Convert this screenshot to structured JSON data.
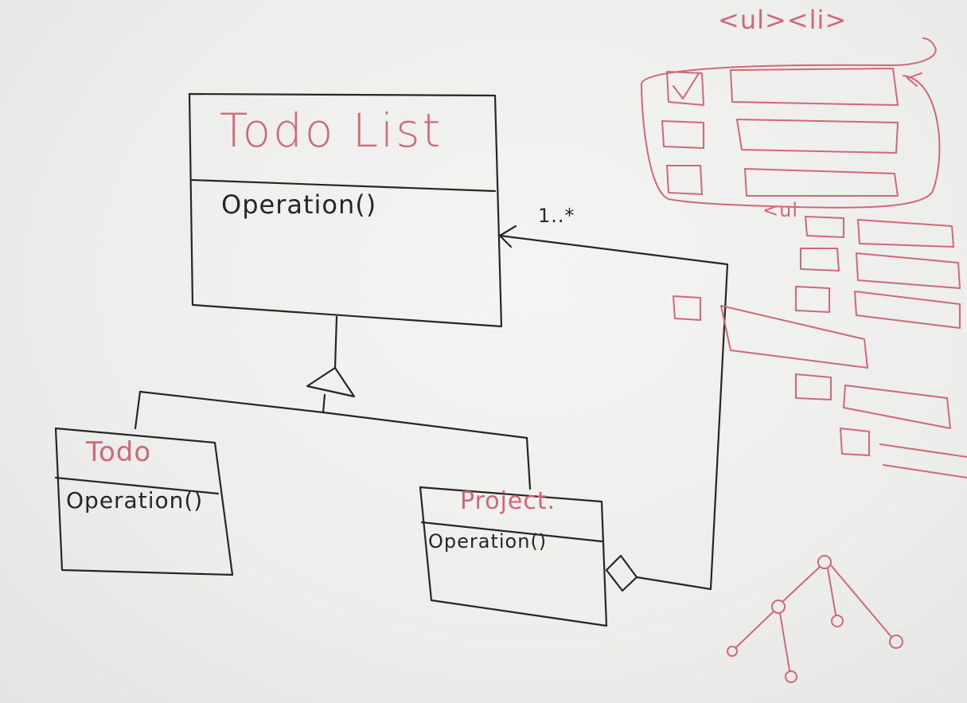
{
  "diagram": {
    "ink_colors": {
      "black": "#262626",
      "red": "#d06878"
    },
    "todo_list": {
      "title": "Todo List",
      "operation": "Operation()"
    },
    "todo": {
      "title": "Todo",
      "operation": "Operation()"
    },
    "project": {
      "title": "Project.",
      "operation": "Operation()"
    },
    "multiplicity": "1..*",
    "side_sketch": {
      "tags": "<ul><li>",
      "nested_tag": "<ul"
    }
  }
}
